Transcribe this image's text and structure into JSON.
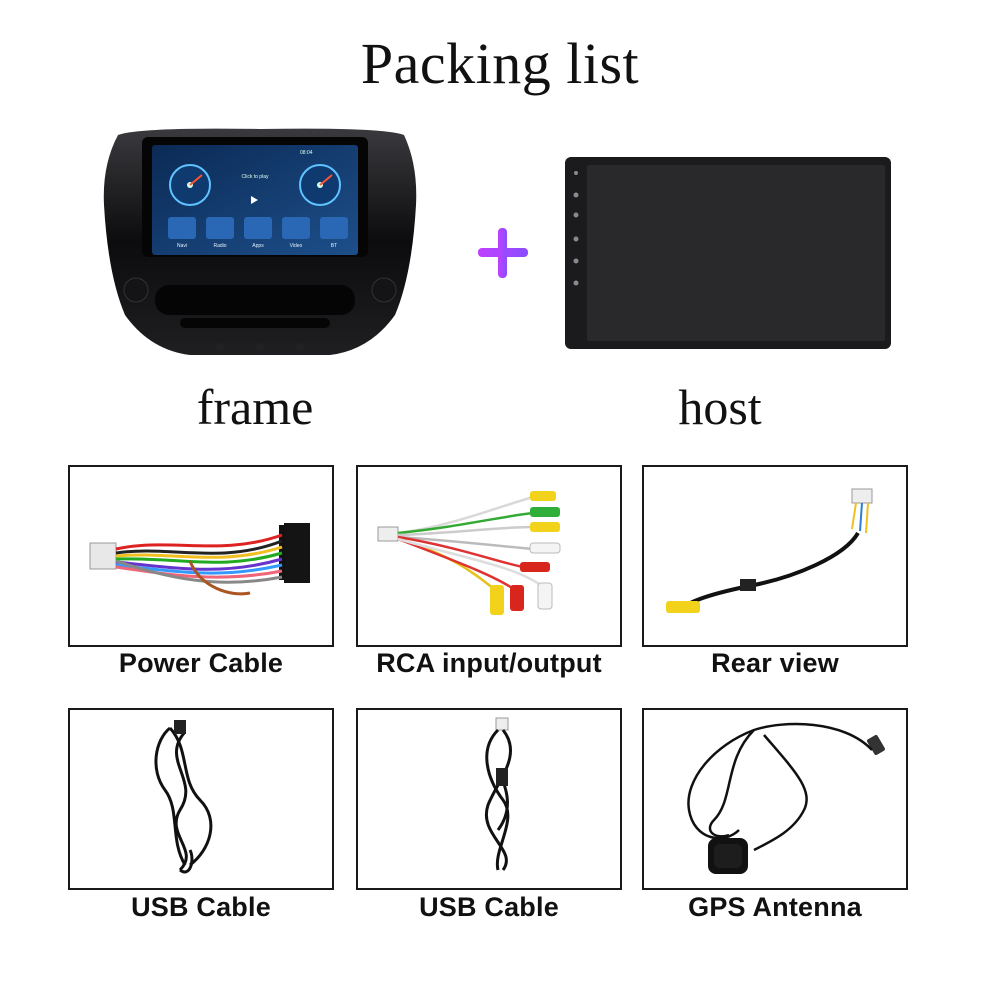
{
  "title": "Packing list",
  "top": {
    "frame_label": "frame",
    "host_label": "host",
    "frame_screen": {
      "time": "08:04",
      "prompt": "Click to play",
      "apps": [
        "Navi",
        "Radio",
        "Apps",
        "Video",
        "BT"
      ]
    }
  },
  "items": [
    {
      "label": "Power Cable"
    },
    {
      "label": "RCA input/output"
    },
    {
      "label": "Rear view"
    },
    {
      "label": "USB Cable"
    },
    {
      "label": "USB Cable"
    },
    {
      "label": "GPS Antenna"
    }
  ],
  "colors": {
    "plus": "#b044ff",
    "rca_yellow": "#f2d21a",
    "rca_red": "#d9261c",
    "rca_green": "#2fae3a",
    "rca_white": "#f4f4f4"
  }
}
